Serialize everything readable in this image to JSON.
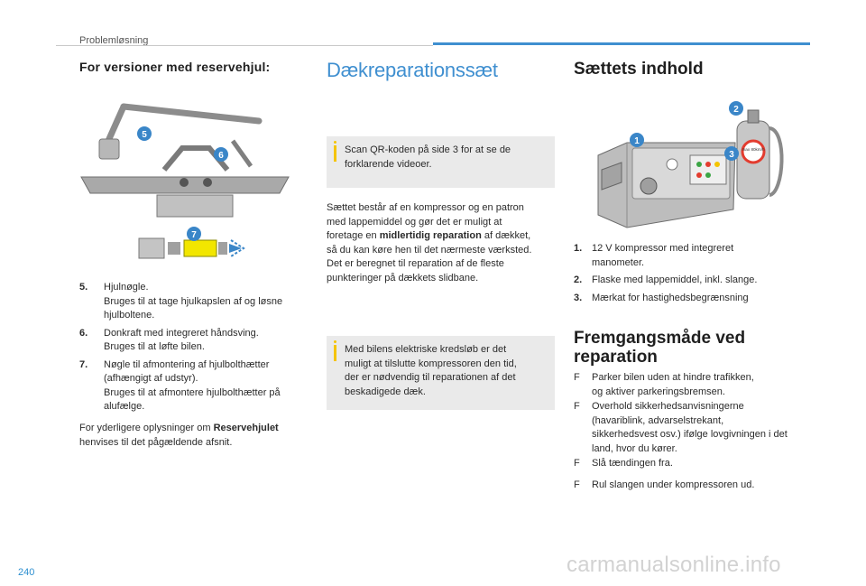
{
  "header": {
    "section": "Problemløsning"
  },
  "page_number": "240",
  "watermark": "carmanualsonline.info",
  "left": {
    "heading": "For versioner med reservehjul:",
    "callouts": [
      "5",
      "6",
      "7"
    ],
    "items": [
      {
        "num": "5.",
        "lines": [
          "Hjulnøgle.",
          "Bruges til at tage hjulkapslen af og løsne",
          "hjulboltene."
        ]
      },
      {
        "num": "6.",
        "lines": [
          "Donkraft med integreret håndsving.",
          "Bruges til at løfte bilen."
        ]
      },
      {
        "num": "7.",
        "lines": [
          "Nøgle til afmontering af hjulbolthætter",
          "(afhængigt af udstyr).",
          "Bruges til at afmontere hjulbolthætter på",
          "alufælge."
        ]
      }
    ],
    "footer_line1_pre": "For yderligere oplysninger om ",
    "footer_line1_bold": "Reservehjulet",
    "footer_line2": "henvises til det pågældende afsnit."
  },
  "middle": {
    "heading": "Dækreparationssæt",
    "notice1": [
      "Scan QR-koden på side 3 for at se de",
      "forklarende videoer."
    ],
    "para_lines": [
      "Sættet består af en kompressor og en patron",
      "med lappemiddel og gør det er muligt at"
    ],
    "para_line3_pre": "foretage en ",
    "para_line3_bold": "midlertidig reparation",
    "para_line3_post": " af dækket,",
    "para_lines_end": [
      "så du kan køre hen til det nærmeste værksted.",
      "Det er beregnet til reparation af de fleste",
      "punkteringer på dækkets slidbane."
    ],
    "notice2": [
      "Med bilens elektriske kredsløb er det",
      "muligt at tilslutte kompressoren den tid,",
      "der er nødvendig til reparationen af det",
      "beskadigede dæk."
    ]
  },
  "right": {
    "heading": "Sættets indhold",
    "callouts": [
      "1",
      "2",
      "3"
    ],
    "label_bottle": "max 80km/h",
    "items": [
      {
        "num": "1.",
        "lines": [
          "12 V kompressor med integreret",
          "manometer."
        ]
      },
      {
        "num": "2.",
        "lines": [
          "Flaske med lappemiddel, inkl. slange."
        ]
      },
      {
        "num": "3.",
        "lines": [
          "Mærkat for hastighedsbegrænsning"
        ]
      }
    ],
    "procedure_heading_lines": [
      "Fremgangsmåde ved",
      "reparation"
    ],
    "steps": [
      {
        "lines": [
          "Parker bilen uden at hindre trafikken,",
          "og aktiver parkeringsbremsen."
        ]
      },
      {
        "lines": [
          "Overhold sikkerhedsanvisningerne",
          "(havariblink, advarselstrekant,",
          "sikkerhedsvest osv.) ifølge lovgivningen i det",
          "land, hvor du kører."
        ]
      },
      {
        "lines": [
          "Slå tændingen fra."
        ]
      }
    ],
    "step_last": "Rul slangen under kompressoren ud.",
    "check_glyph": "F"
  },
  "colors": {
    "accent_blue": "#3f8fd0",
    "callout_blue": "#3a86c8",
    "notice_bg": "#eaeaea",
    "info_yellow": "#f4c400",
    "key_yellow": "#f2e600"
  }
}
